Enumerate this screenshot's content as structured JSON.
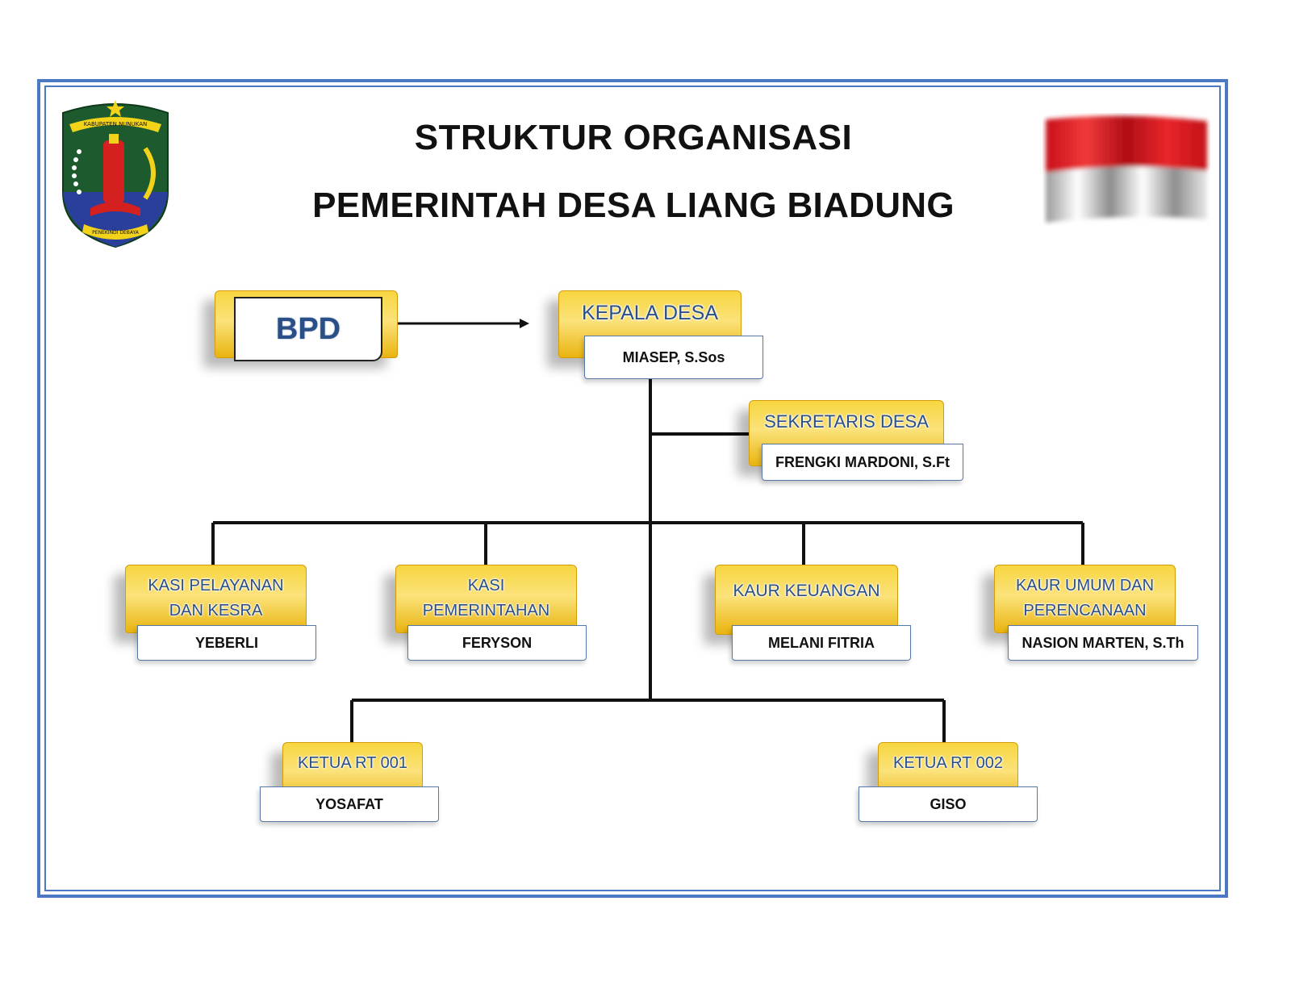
{
  "title": {
    "line1": "STRUKTUR ORGANISASI",
    "line2": "PEMERINTAH DESA LIANG BIADUNG"
  },
  "logo": {
    "top_text": "KABUPATEN NUNUKAN",
    "bottom_text": "PENEKINDI DEBAYA"
  },
  "colors": {
    "frame": "#4a78c2",
    "gold": "#f5cf2e",
    "label_text": "#2a4f88",
    "flag_red": "#e0161c"
  },
  "nodes": {
    "bpd": {
      "label": "BPD"
    },
    "kepala_desa": {
      "role": "KEPALA DESA",
      "name": "MIASEP, S.Sos"
    },
    "sekretaris_desa": {
      "role": "SEKRETARIS DESA",
      "name": "FRENGKI MARDONI, S.Ft"
    },
    "kasi_pelayanan": {
      "role_line1": "KASI PELAYANAN",
      "role_line2": "DAN KESRA",
      "name": "YEBERLI"
    },
    "kasi_pemerintahan": {
      "role_line1": "KASI",
      "role_line2": "PEMERINTAHAN",
      "name": "FERYSON"
    },
    "kaur_keuangan": {
      "role": "KAUR KEUANGAN",
      "name": "MELANI FITRIA"
    },
    "kaur_umum": {
      "role_line1": "KAUR UMUM DAN",
      "role_line2": "PERENCANAAN",
      "name": "NASION MARTEN, S.Th"
    },
    "ketua_rt_001": {
      "role": "KETUA RT 001",
      "name": "YOSAFAT"
    },
    "ketua_rt_002": {
      "role": "KETUA RT 002",
      "name": "GISO"
    }
  }
}
